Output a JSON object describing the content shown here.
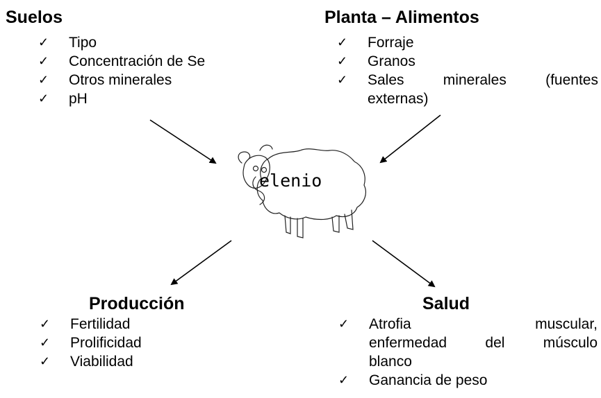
{
  "center": {
    "label": "elenio"
  },
  "suelos": {
    "title": "Suelos",
    "items": [
      "Tipo",
      "Concentración de Se",
      "Otros minerales",
      "pH"
    ]
  },
  "planta": {
    "title": "Planta – Alimentos",
    "items": [
      "Forraje",
      "Granos",
      "Sales minerales (fuentes",
      "externas)"
    ]
  },
  "produccion": {
    "title": "Producción",
    "items": [
      "Fertilidad",
      "Prolificidad",
      "Viabilidad"
    ]
  },
  "salud": {
    "title": "Salud",
    "items": [
      "Atrofia muscular,",
      "enfermedad del músculo",
      "blanco",
      "Ganancia de peso"
    ]
  },
  "check_glyph": "✓"
}
